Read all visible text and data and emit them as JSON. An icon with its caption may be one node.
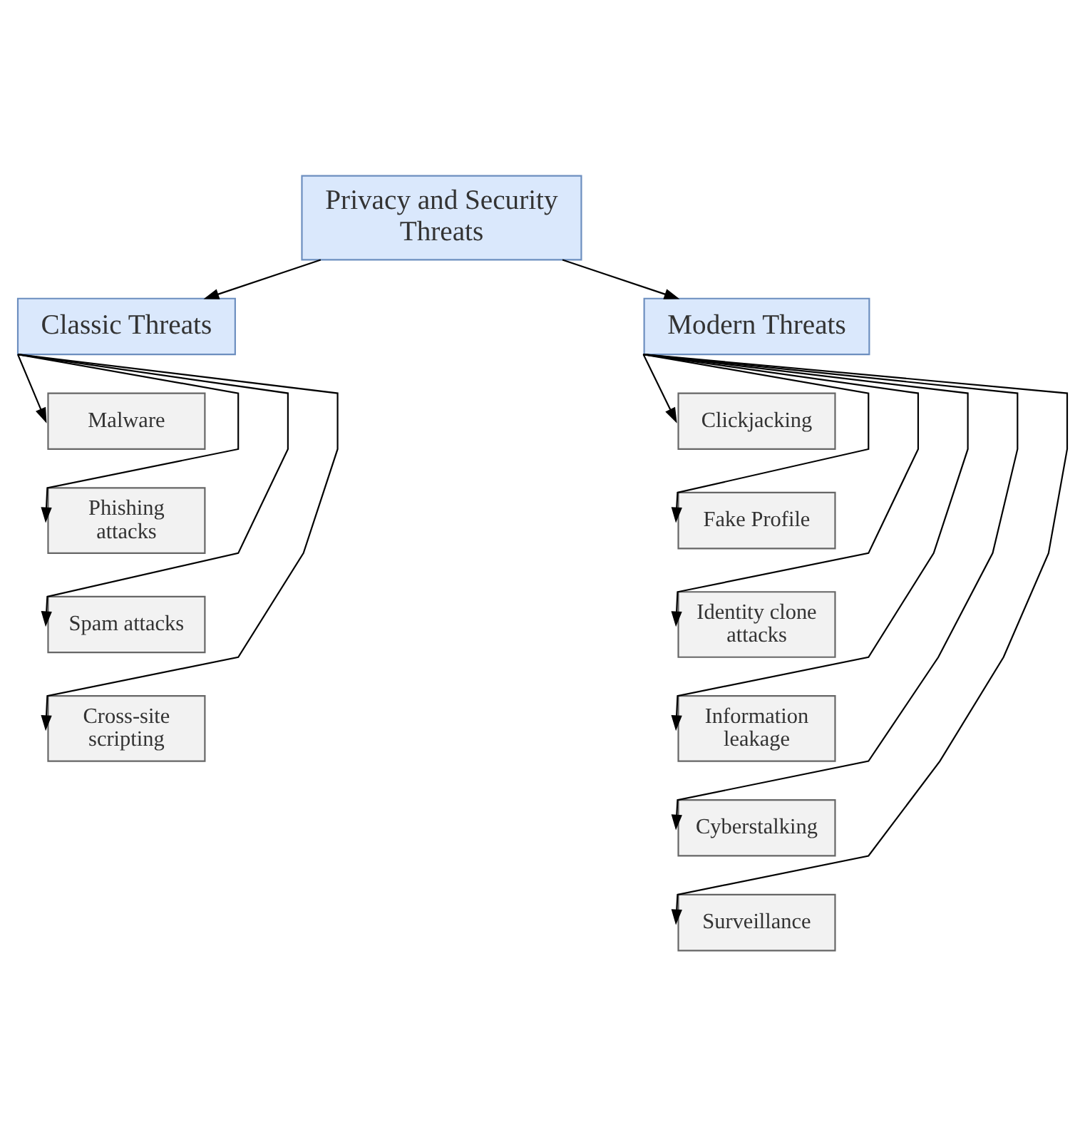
{
  "diagram": {
    "nodes": [
      {
        "text": [
          "Privacy and Security Threats"
        ]
      },
      {
        "text": [
          "Classic Threats"
        ]
      },
      {
        "text": [
          "Modern Threats"
        ]
      },
      {
        "text": [
          "Malware"
        ]
      },
      {
        "text": [
          "Phishing attacks"
        ]
      },
      {
        "text": [
          "Spam attacks"
        ]
      },
      {
        "text": [
          "Cross-site scripting"
        ]
      },
      {
        "text": [
          "Clickjacking"
        ]
      },
      {
        "text": [
          "Fake Profile"
        ]
      },
      {
        "text": [
          "Identity clone attacks"
        ]
      },
      {
        "text": [
          "Information leakage"
        ]
      },
      {
        "text": [
          "Cyberstalking"
        ]
      },
      {
        "text": [
          "Surveillance"
        ]
      }
    ],
    "edges": [
      {
        "from": 0,
        "to": 1,
        "arrow": "to"
      },
      {
        "from": 0,
        "to": 2,
        "arrow": "to"
      },
      {
        "from": 1,
        "to": 3,
        "arrow": "to"
      },
      {
        "from": 1,
        "to": 4,
        "arrow": "to"
      },
      {
        "from": 1,
        "to": 5,
        "arrow": "to"
      },
      {
        "from": 1,
        "to": 6,
        "arrow": "to"
      },
      {
        "from": 2,
        "to": 7,
        "arrow": "to"
      },
      {
        "from": 2,
        "to": 8,
        "arrow": "to"
      },
      {
        "from": 2,
        "to": 9,
        "arrow": "to"
      },
      {
        "from": 2,
        "to": 10,
        "arrow": "to"
      },
      {
        "from": 2,
        "to": 11,
        "arrow": "to"
      },
      {
        "from": 2,
        "to": 12,
        "arrow": "to"
      }
    ]
  }
}
